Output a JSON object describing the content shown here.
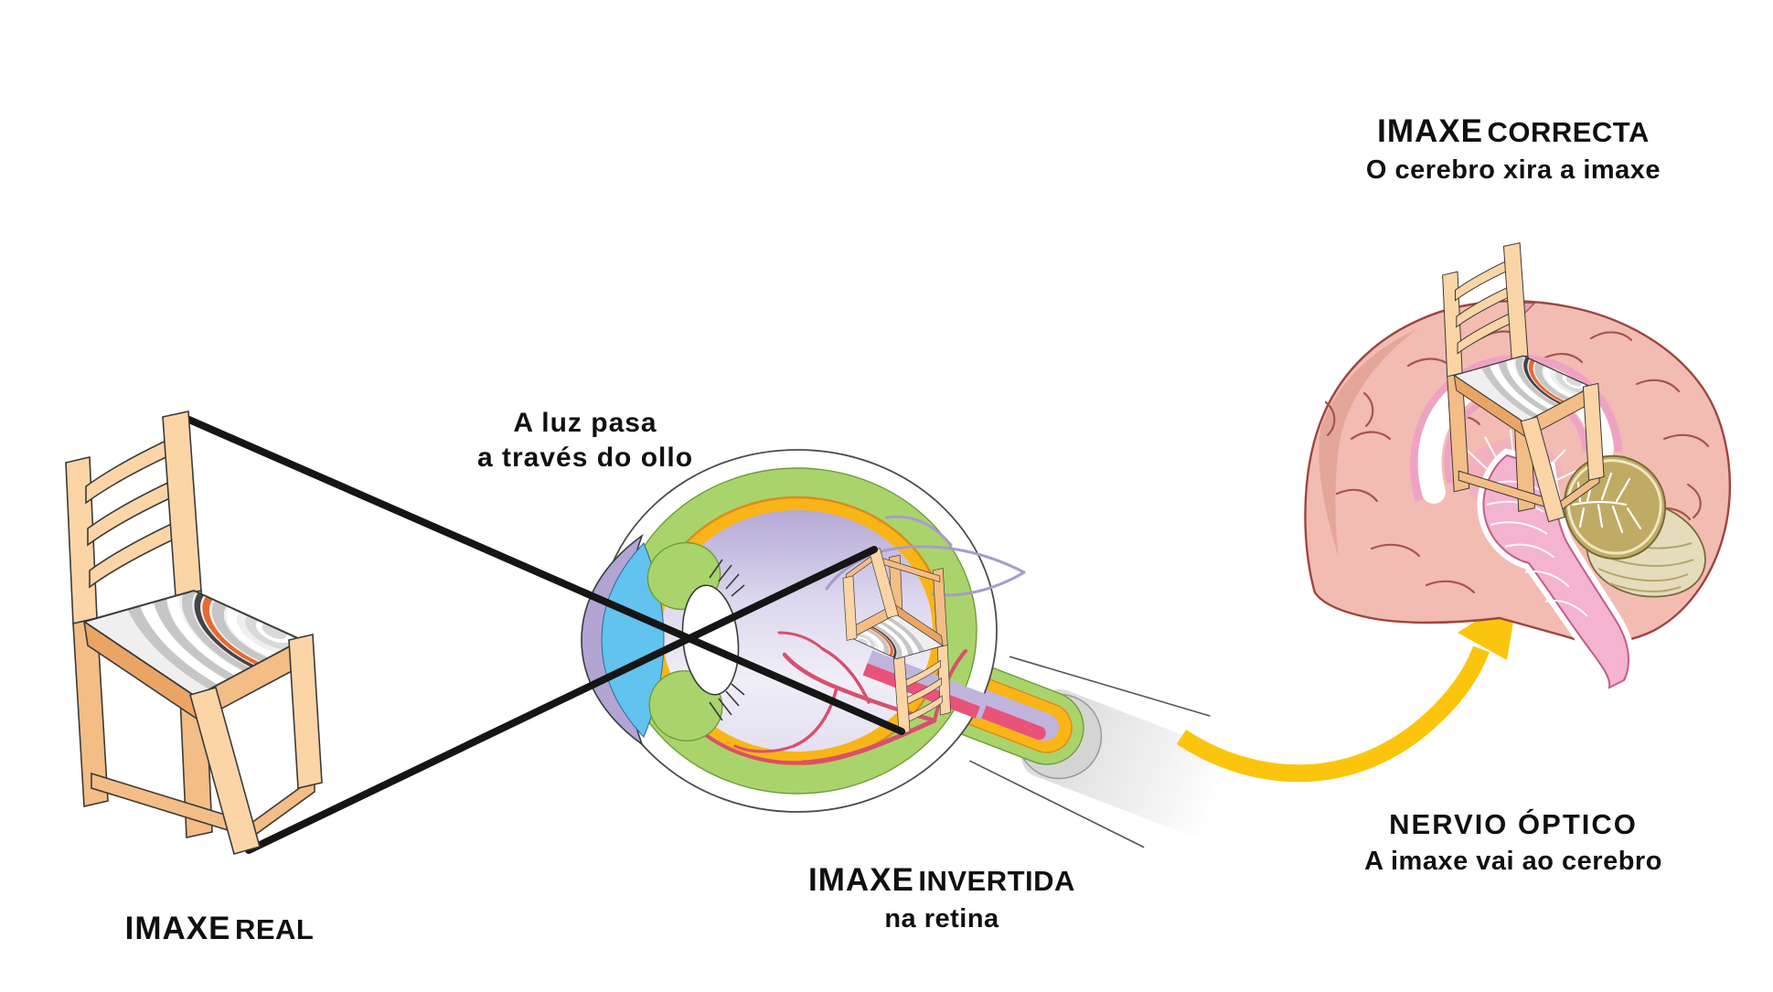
{
  "labels": {
    "real": {
      "word1": "IMAXE",
      "word2": "REAL"
    },
    "luz": {
      "line1": "A luz pasa",
      "line2": "a través do ollo"
    },
    "invertida": {
      "word1": "IMAXE",
      "word2": "INVERTIDA",
      "line2": "na retina"
    },
    "nervio": {
      "line1": "NERVIO ÓPTICO",
      "line2": "A imaxe vai ao cerebro"
    },
    "correcta": {
      "word1": "IMAXE",
      "word2": "CORRECTA",
      "line2": "O cerebro xira a imaxe"
    }
  },
  "palette": {
    "wood_light": "#FBD5A6",
    "wood_mid": "#F3BD85",
    "wood_dark": "#EAA565",
    "line": "#3A3A3A",
    "ray": "#151515",
    "seat_base": "#EFEFEF",
    "eye_green": "#A9D46B",
    "eye_yellow": "#F9B517",
    "eye_yellow_edge": "#DD8A1A",
    "eye_lavender": "#C0B4DC",
    "eye_interior_top": "#B4A9D6",
    "eye_interior_light": "#EFEDF7",
    "cornea_blue": "#61C3EE",
    "cornea_purple": "#B2A5D4",
    "vessel_red": "#D94F6E",
    "vein_purple": "#A79BCD",
    "nerve_pink": "#E8537A",
    "nerve_gray": "#D4D4D4",
    "brain_pink": "#F2BCB2",
    "brain_shade": "#E3A295",
    "brain_outline": "#9E453F",
    "brain_sulcus": "#A85450",
    "callosum_pink": "#EFA3C4",
    "stem_pink": "#F4B3CE",
    "stem_edge": "#C25E88",
    "cereb_olive": "#BFAB63",
    "cereb_tan": "#E5DCBC",
    "cereb_edge": "#7A6A38",
    "arrow_yellow": "#FCC50D"
  }
}
